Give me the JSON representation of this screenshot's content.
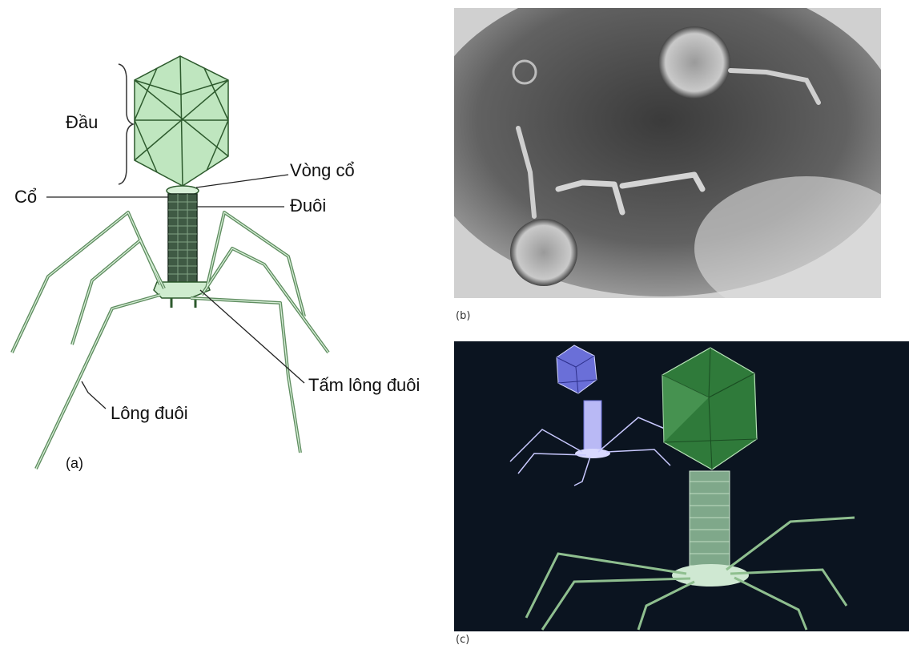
{
  "panel_a": {
    "labels": {
      "head": "Đầu",
      "collar": "Vòng cổ",
      "neck": "Cổ",
      "tail": "Đuôi",
      "baseplate": "Tấm lông đuôi",
      "tail_fiber": "Lông đuôi",
      "tag": "(a)"
    },
    "colors": {
      "capsid": "#bfe6bf",
      "outline": "#2d5a2d",
      "tail": "#3f5a44"
    }
  },
  "panel_b": {
    "tag": "(b)"
  },
  "panel_c": {
    "tag": "(c)",
    "colors": {
      "background": "#0b1420",
      "large_phage": "#2f7a3a",
      "small_phage": "#6a6fd8"
    }
  }
}
